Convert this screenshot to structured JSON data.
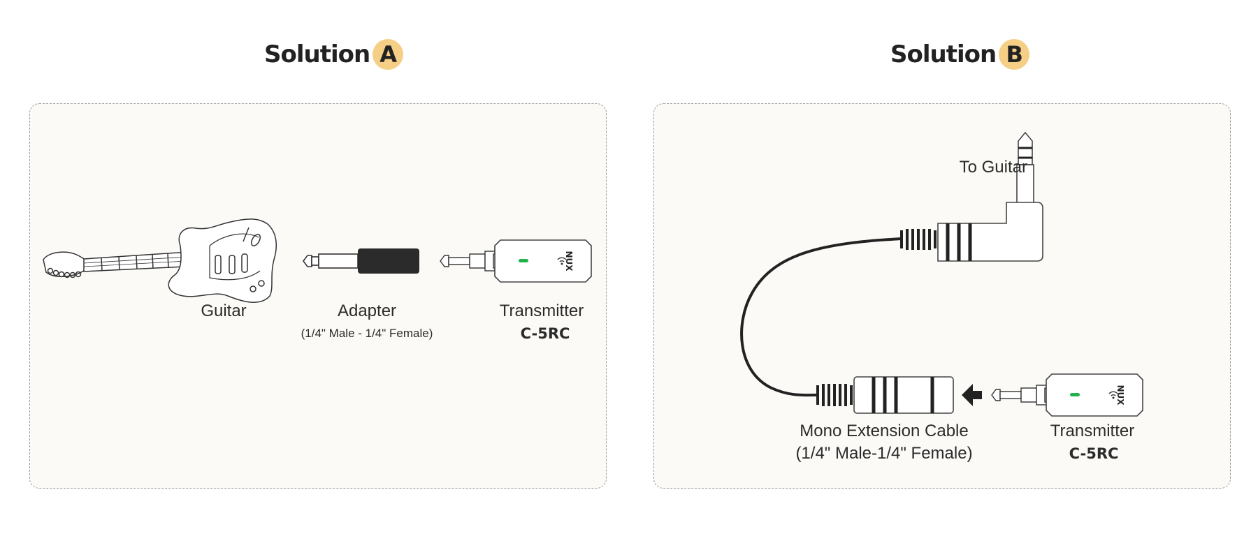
{
  "colors": {
    "badge": "#f6cf86",
    "panel_bg": "#fcfaf6",
    "panel_border": "#9a9a9a",
    "led": "#22b24c",
    "line": "#333333",
    "adapter_body": "#2b2b2b"
  },
  "icons": [
    "guitar-icon",
    "adapter-icon",
    "transmitter-icon",
    "plug-icon",
    "extension-cable-icon",
    "arrow-left-icon",
    "wifi-icon"
  ],
  "solution_a": {
    "heading": "Solution",
    "badge": "A",
    "guitar_label": "Guitar",
    "adapter_label": "Adapter",
    "adapter_spec": "(1/4\" Male - 1/4\" Female)",
    "transmitter_label": "Transmitter",
    "transmitter_model": "C-5RC",
    "brand": "NUX"
  },
  "solution_b": {
    "heading": "Solution",
    "badge": "B",
    "to_guitar_label": "To Guitar",
    "cable_label": "Mono Extension Cable",
    "cable_spec": "(1/4\" Male-1/4\" Female)",
    "transmitter_label": "Transmitter",
    "transmitter_model": "C-5RC",
    "brand": "NUX"
  }
}
